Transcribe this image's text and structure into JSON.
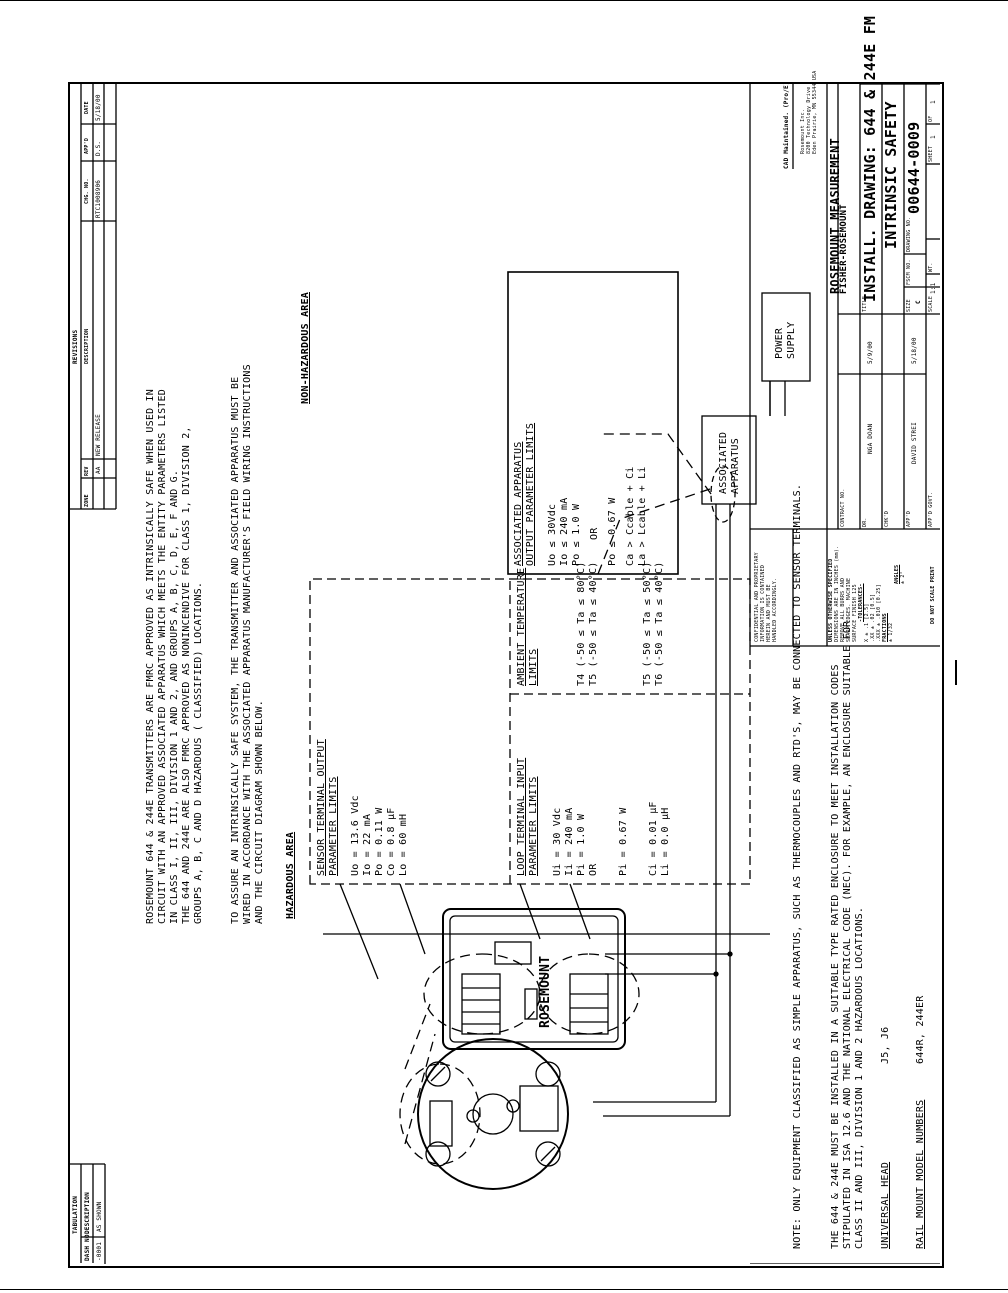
{
  "tabulation": {
    "title": "TABULATION",
    "col_dash": "DASH NO.",
    "col_desc": "DESCRIPTION",
    "row_dash": "-0001",
    "row_desc": "AS SHOWN"
  },
  "revisions": {
    "title": "REVISIONS",
    "headers": [
      "ZONE",
      "REV",
      "DESCRIPTION",
      "CHG. NO.",
      "APP'D",
      "DATE"
    ],
    "row": [
      "",
      "AA",
      "NEW RELEASE",
      "RTC1008906",
      "D.S.",
      "5/18/00"
    ]
  },
  "notes": {
    "main": [
      "ROSEMOUNT 644 & 244E TRANSMITTERS ARE FMRC APPROVED AS INTRINSICALLY SAFE WHEN USED IN",
      "CIRCUIT WITH AN APPROVED ASSOCIATED APPARATUS WHICH MEETS THE ENTITY PARAMETERS LISTED",
      "IN CLASS I, II, III, DIVISION 1 AND 2, AND GROUPS A, B, C, D, E, F AND G.",
      "THE 644 AND 244E ARE ALSO FMRC APPROVED AS NONINCENDIVE FOR CLASS 1, DIVISION 2,",
      "GROUPS A, B, C AND D HAZARDOUS ( CLASSIFIED) LOCATIONS."
    ],
    "assure": [
      "TO ASSURE AN INTRINSICALLY SAFE SYSTEM, THE TRANSMITTER AND ASSOCIATED APPARATUS MUST BE",
      "WIRED IN ACCORDANCE WITH THE ASSOCIATED APPARATUS MANUFACTURER'S FIELD WIRING INSTRUCTIONS",
      "AND THE CIRCUIT DIAGRAM SHOWN BELOW."
    ],
    "simple": "NOTE: ONLY EQUIPMENT CLASSIFIED AS SIMPLE APPARATUS, SUCH AS THERMOCOUPLES AND RTD'S, MAY BE CONNECTED TO SENSOR TERMINALS.",
    "enclosure": [
      "THE 644 & 244E MUST BE INSTALLED IN A SUITABLE TYPE RATED ENCLOSURE TO MEET INSTALLATION CODES",
      "STIPULATED IN ISA 12.6 AND THE NATIONAL ELECTRICAL CODE (NEC). FOR EXAMPLE, AN ENCLOSURE SUITABLE FOR",
      "CLASS II AND III, DIVISION 1 AND 2 HAZARDOUS LOCATIONS."
    ],
    "universal_label": "UNIVERSAL HEAD",
    "universal_value": "J5, J6",
    "rail_label": "RAIL MOUNT MODEL NUMBERS",
    "rail_value": "644R, 244ER"
  },
  "areas": {
    "hazardous": "HAZARDOUS AREA",
    "non_hazardous": "NON-HAZARDOUS AREA"
  },
  "sensor_box": {
    "title": [
      "SENSOR TERMINAL OUTPUT",
      "PARAMETER LIMITS"
    ],
    "lines": [
      "Uo = 13.6 Vdc",
      "Io = 22 mA",
      "Po = 0.11 W",
      "Co = 0.8 µF",
      "Lo = 60 mH"
    ]
  },
  "loop_box": {
    "title": [
      "LOOP TERMINAL INPUT",
      "PARAMETER LIMITS"
    ],
    "lines": [
      "Ui = 30 Vdc",
      "Ii = 240 mA",
      "Pi = 1.0 W",
      "OR",
      "Pi = 0.67 W",
      "Ci = 0.01 µF",
      "Li = 0.0 µH"
    ]
  },
  "temp_box": {
    "title": [
      "AMBIENT TEMPERATURE",
      "LIMITS"
    ],
    "lines": [
      "T4 (-50 ≤ Ta ≤ 80°C)",
      "T5 (-50 ≤ Ta ≤ 40°C)",
      "T5 (-50 ≤ Ta ≤ 50°C)",
      "T6 (-50 ≤ Ta ≤ 40°C)"
    ]
  },
  "apparatus_box": {
    "title": [
      "ASSOCIATED APPARATUS",
      "OUTPUT PARAMETER LIMITS"
    ],
    "lines": [
      "Uo ≤ 30Vdc",
      "Io ≤ 240 mA",
      "Po ≤ 1.0 W",
      "OR",
      "Po ≤ 0.67 W",
      "Ca > Ccable + Ci",
      "La > Lcable + Li"
    ]
  },
  "devices": {
    "associated": [
      "ASSOCIATED",
      "APPARATUS"
    ],
    "power": [
      "POWER",
      "SUPPLY"
    ],
    "brand": "ROSEMOUNT"
  },
  "title_block": {
    "cad": "CAD Maintained. (Pro/E)",
    "company": "ROSEMOUNT MEASUREMENT",
    "company2": "FISHER-ROSEMOUNT",
    "address": [
      "Rosemount Inc.",
      "8200 Technology Drive",
      "Eden Prairie, MN 55344 USA"
    ],
    "title_label": "TITLE",
    "title1": "INSTALL. DRAWING: 644 & 244E FM",
    "title2": "INTRINSIC SAFETY",
    "contract_label": "CONTRACT NO.",
    "dr_label": "DR.",
    "dr_name": "NGA DOAN",
    "dr_date": "5/9/00",
    "chkd_label": "CHK'D",
    "appd_label": "APP'D",
    "appd_name": "DAVID STREI",
    "appd_date": "5/18/00",
    "appd_govt": "APP'D GOVT.",
    "size_label": "SIZE",
    "size_value": "C",
    "fscm_label": "FSCM NO.",
    "drawing_label": "DRAWING NO.",
    "drawing_no": "00644-0009",
    "scale_label": "SCALE",
    "scale_value": "1:1",
    "wt_label": "WT.",
    "sheet_label": "SHEET",
    "sheet_value": "1",
    "of_label": "OF",
    "of_value": "1",
    "spec": [
      "UNLESS OTHERWISE SPECIFIED",
      "DIMENSIONS ARE IN INCHES (mm).",
      "REMOVE ALL BURRS AND",
      "SHARP EDGES. MACHINE",
      "SURFACE FINISH 125"
    ],
    "tolerances": "-TOLERANCES-",
    "tol_lines": [
      "X ± .1 [2.5]",
      ".XX ± .02 [0.5]",
      ".XXX ± .010 [0.25]"
    ],
    "fractions": "FRACTIONS",
    "fractions_val": "± 1/32",
    "angles": "ANGLES",
    "angles_val": "± 2°",
    "noscale": "DO NOT SCALE PRINT",
    "confidential": [
      "CONFIDENTIAL AND PROPRIETARY",
      "INFORMATION IS CONTAINED",
      "HEREIN AND MUST BE",
      "HANDLED ACCORDINGLY."
    ]
  }
}
